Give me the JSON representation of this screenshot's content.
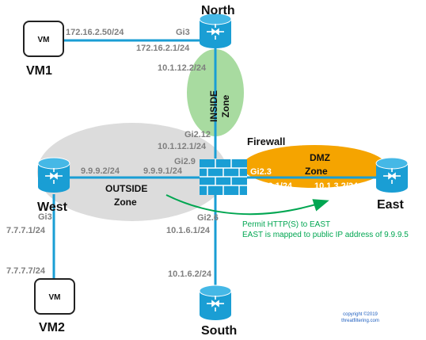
{
  "nodes": {
    "north": "North",
    "west": "West",
    "east": "East",
    "south": "South",
    "firewall": "Firewall",
    "vm1": "VM1",
    "vm2": "VM2",
    "vm_box": "VM"
  },
  "zones": {
    "inside_1": "INSIDE",
    "inside_2": "Zone",
    "outside_1": "OUTSIDE",
    "outside_2": "Zone",
    "dmz_1": "DMZ",
    "dmz_2": "Zone"
  },
  "labels": {
    "vm1_ip": "172.16.2.50/24",
    "north_gi3": "Gi3",
    "north_gi3_ip": "172.16.2.1/24",
    "north_south_ip": "10.1.12.2/24",
    "fw_gi212": "Gi2.12",
    "fw_gi212_ip": "10.1.12.1/24",
    "west_ip": "9.9.9.2/24",
    "fw_gi29_ip": "9.9.9.1/24",
    "fw_gi29": "Gi2.9",
    "fw_gi23": "Gi2.3",
    "fw_gi23_ip": "10.1.3.1/24",
    "east_ip": "10.1.3.2/24",
    "west_gi3": "Gi3",
    "west_gi3_ip": "7.7.7.1/24",
    "vm2_ip": "7.7.7.7/24",
    "fw_gi26": "Gi2.6",
    "fw_gi26_ip": "10.1.6.1/24",
    "south_ip": "10.1.6.2/24"
  },
  "annotation": {
    "line1": "Permit HTTP(S) to EAST",
    "line2": "EAST is mapped to public IP address of 9.9.9.5"
  },
  "copyright": {
    "line1": "copyright ©2019",
    "line2": "threatfiltering.com"
  },
  "colors": {
    "router": "#1a9ed4",
    "link": "#1a9ed4",
    "inside_zone": "#a8dba0",
    "outside_zone": "#dcdcdc",
    "dmz_zone": "#f5a400",
    "annotation": "#00a651"
  }
}
